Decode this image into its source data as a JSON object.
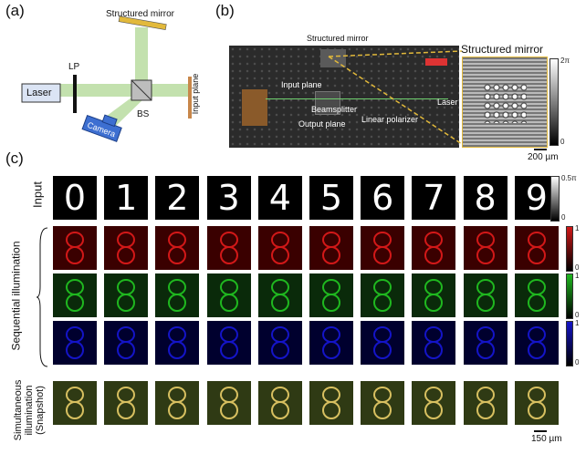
{
  "panel_labels": {
    "a": "(a)",
    "b": "(b)",
    "c": "(c)"
  },
  "panel_a": {
    "labels": {
      "laser": "Laser",
      "lp": "LP",
      "camera": "Camera",
      "bs": "BS",
      "structured_mirror": "Structured mirror",
      "input_plane": "Input plane"
    },
    "colors": {
      "beam": "#b8dca0",
      "mirror": "#e2b93b",
      "input_plane": "#c8874a",
      "camera": "#3d6fd1",
      "laser_box": "#dbe4f4"
    }
  },
  "panel_b": {
    "photo_labels": {
      "structured_mirror": "Structured mirror",
      "input_plane": "Input plane",
      "beamsplitter": "Beamsplitter",
      "output_plane": "Output plane",
      "linear_polarizer": "Linear polarizer",
      "laser": "Laser"
    },
    "inset_title": "Structured mirror",
    "colorbar_ticks": {
      "top": "2π",
      "bottom": "0"
    },
    "scalebar": "200 µm"
  },
  "panel_c": {
    "digits": [
      "0",
      "1",
      "2",
      "3",
      "4",
      "5",
      "6",
      "7",
      "8",
      "9"
    ],
    "row_labels": {
      "input": "Input",
      "sequential": "Sequential illumination",
      "simultaneous": "Simultaneous illumination (Snapshot)"
    },
    "colorbars": {
      "input": {
        "top": "0.5π",
        "bottom": "0"
      },
      "red": {
        "top": "1",
        "bottom": "0",
        "color": "#d21818"
      },
      "green": {
        "top": "1",
        "bottom": "0",
        "color": "#1fb81f"
      },
      "blue": {
        "top": "1",
        "bottom": "0",
        "color": "#1414c8"
      }
    },
    "scalebar": "150 µm"
  }
}
